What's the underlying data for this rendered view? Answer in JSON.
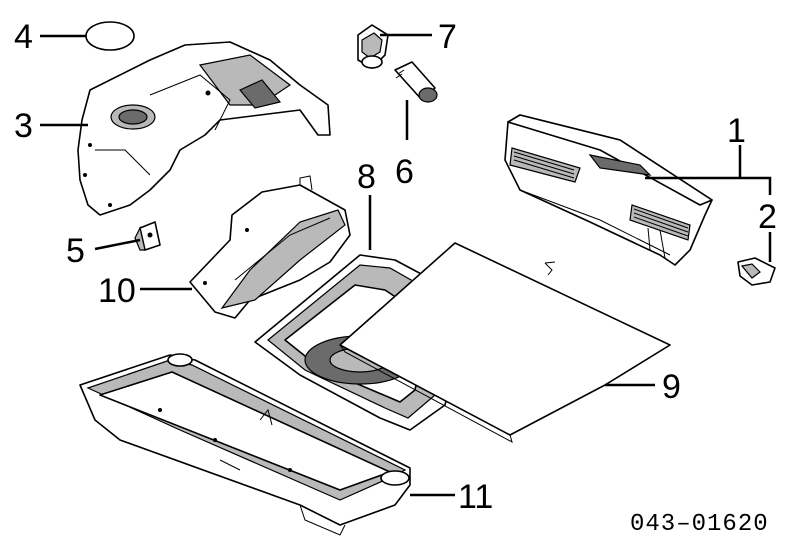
{
  "callouts": {
    "c1": "1",
    "c2": "2",
    "c3": "3",
    "c4": "4",
    "c5": "5",
    "c6": "6",
    "c7": "7",
    "c8": "8",
    "c9": "9",
    "c10": "10",
    "c11": "11"
  },
  "diagram_code": "043–01620"
}
